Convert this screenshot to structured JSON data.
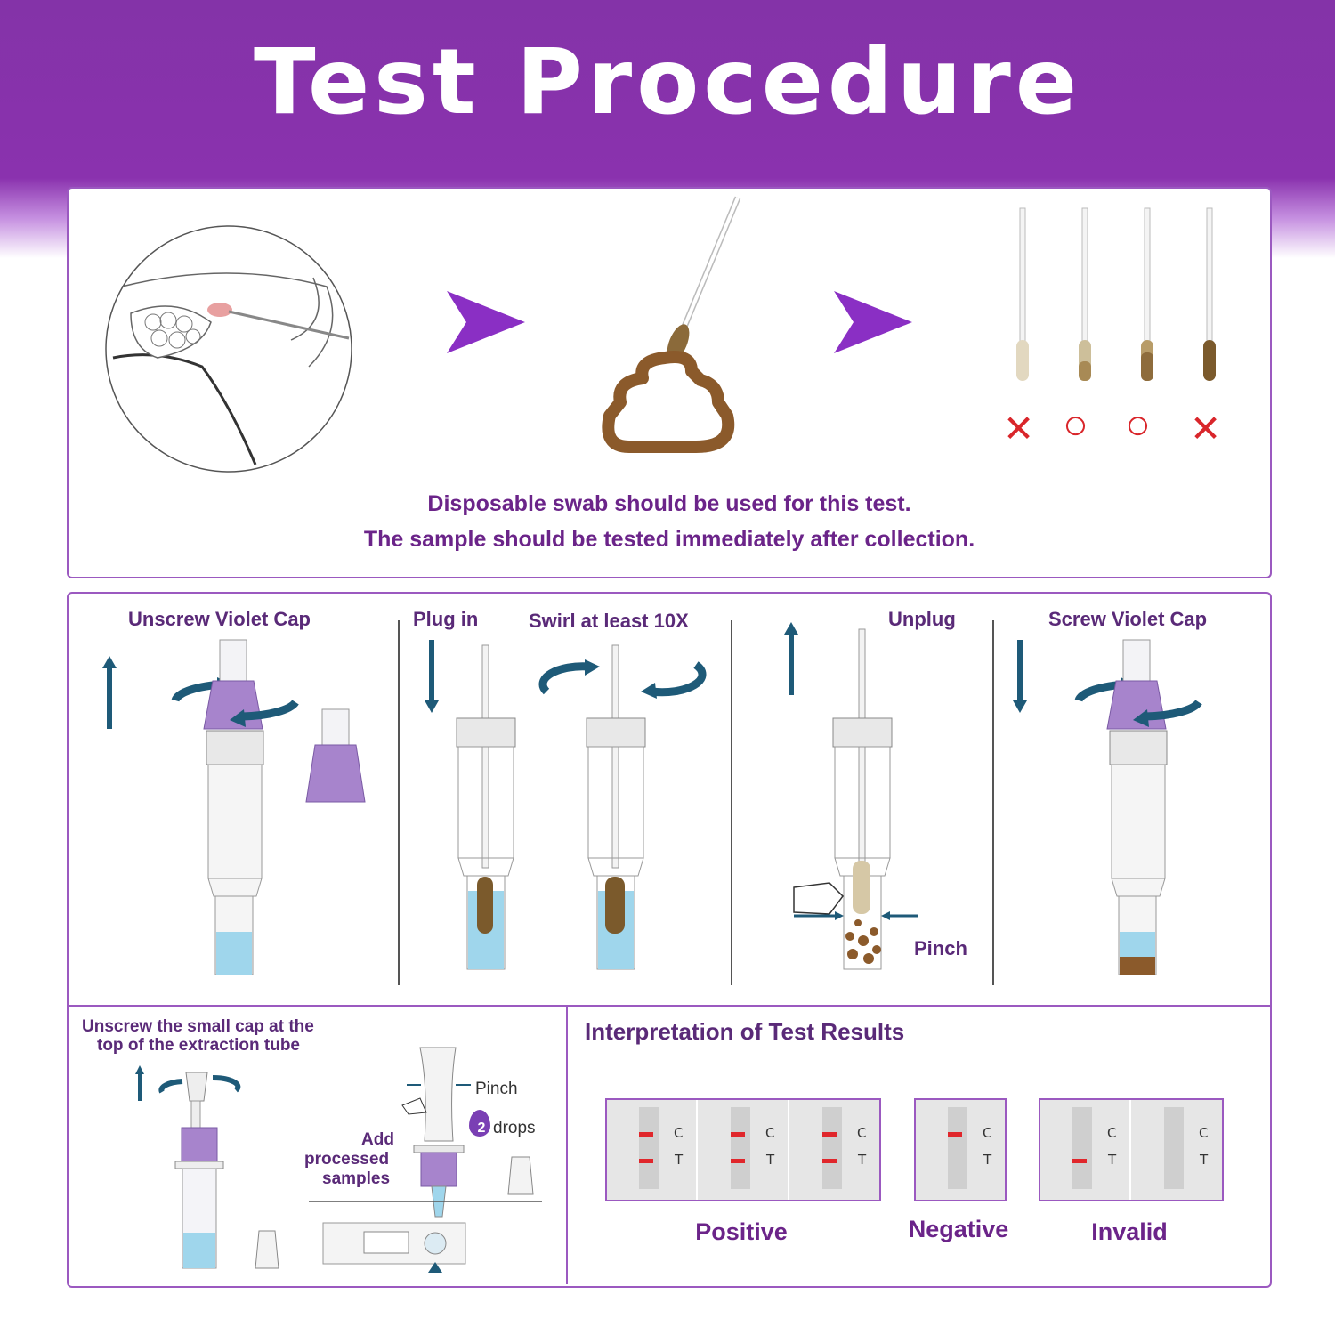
{
  "header": {
    "title": "Test Procedure"
  },
  "sample": {
    "caption_line1": "Disposable swab should be used for this test.",
    "caption_line2": "The sample should be tested immediately after collection.",
    "swab_marks": [
      "✕",
      "○",
      "○",
      "✕"
    ]
  },
  "steps": {
    "unscrew": "Unscrew Violet Cap",
    "plug_in": "Plug in",
    "swirl": "Swirl at least 10X",
    "unplug": "Unplug",
    "pinch": "Pinch",
    "screw": "Screw Violet Cap"
  },
  "add_sample": {
    "unscrew_small_cap_line1": "Unscrew the small cap at the",
    "unscrew_small_cap_line2": "top of the extraction tube",
    "pinch": "Pinch",
    "drops_number": "2",
    "drops": "drops",
    "add_line1": "Add",
    "add_line2": "processed",
    "add_line3": "samples"
  },
  "results": {
    "title": "Interpretation of Test Results",
    "c_label": "C",
    "t_label": "T",
    "positive": "Positive",
    "negative": "Negative",
    "invalid": "Invalid",
    "line_color": "#e0262b"
  },
  "colors": {
    "brand_purple": "#8a32ae",
    "text_purple": "#6b2489",
    "liquid_blue": "#9fd6ec",
    "stool_brown": "#8b5a2b",
    "cap_violet": "#9b6fc4",
    "arrow_blue": "#1e5a78"
  }
}
